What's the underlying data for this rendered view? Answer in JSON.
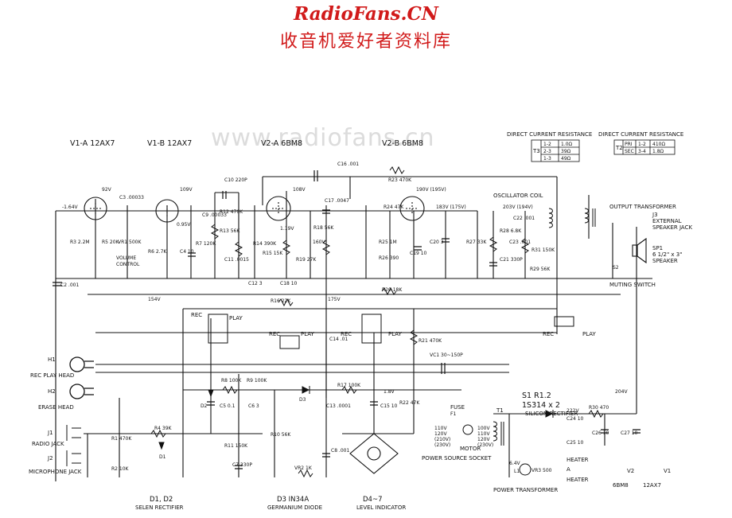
{
  "header": {
    "site": "RadioFans.CN",
    "subtitle": "收音机爱好者资料库"
  },
  "watermark": "www.radiofans.cn",
  "tubes": {
    "v1a": "V1-A 12AX7",
    "v1b": "V1-B 12AX7",
    "v2a": "V2-A 6BM8",
    "v2b": "V2-B 6BM8"
  },
  "dc_resistance_left": {
    "title": "DIRECT CURRENT RESISTANCE",
    "ref": "T3",
    "rows": [
      [
        "1-2",
        "1.0Ω"
      ],
      [
        "2-3",
        "39Ω"
      ],
      [
        "1-3",
        "49Ω"
      ]
    ]
  },
  "dc_resistance_right": {
    "title": "DIRECT CURRENT RESISTANCE",
    "ref": "T2",
    "rows": [
      [
        "PRI",
        "1-2",
        "410Ω"
      ],
      [
        "SEC",
        "3-4",
        "1.8Ω"
      ]
    ]
  },
  "components": {
    "r3": "R3 2.2M",
    "r5": "R5 20K",
    "vr1": "VR1 500K",
    "volume": "VOLUME",
    "control": "CONTROL",
    "c3": "C3 .00033",
    "c9": "C9 .00033",
    "c10": "C10 220P",
    "r12": "R12 470K",
    "r13": "R13 56K",
    "r7": "R7 120K",
    "r6": "R6 2.7K",
    "c4": "C4 10",
    "r14": "R14 390K",
    "r15": "R15 15K",
    "c11": "C11 .0015",
    "r18": "R18 56K",
    "r19": "R19 27K",
    "c16": "C16 .001",
    "c17": "C17 .0047",
    "r23": "R23 470K",
    "r24": "R24 47K",
    "r25": "R25 1M",
    "r26": "R26 390",
    "c19": "C19 10",
    "c20": "C20 3",
    "r27": "R27 33K",
    "r28": "R28 6.8K",
    "c22": "C22 .001",
    "c23": "C23 .001",
    "c21": "C21 330P",
    "r31": "R31 150K",
    "r29": "R29 56K",
    "r16": "R16 22K",
    "c12": "C12 3",
    "c18": "C18 10",
    "r20": "R20 18K",
    "c2": "C2 .001",
    "c14": "C14 .01",
    "r21": "R21 470K",
    "vc1": "VC1 30~150P",
    "r8": "R8 100K",
    "r9": "R9 100K",
    "c5": "C5 0.1",
    "c6": "C6 3",
    "r17": "R17 100K",
    "c13": "C13 .0001",
    "c15": "C15 10",
    "r22": "R22 47K",
    "r10": "R10 56K",
    "r11": "R11 150K",
    "c7": "C7 330P",
    "c8": "C8 .001",
    "vr2": "VR2 1K",
    "r1": "R1 470K",
    "r2": "R2 10K",
    "r4": "R4 39K",
    "d1": "D1",
    "d2": "D2",
    "d3": "D3",
    "r30": "R30 470",
    "c26": "C26 10",
    "c27": "C27 10",
    "c24": "C24 10",
    "c25": "C25 10",
    "vr3": "VR3 500",
    "f1": "F1",
    "l1": "L1",
    "s2": "S2"
  },
  "voltages": [
    "92V",
    "109V",
    "108V",
    "-1.64V",
    "0.95V",
    "1.19V",
    "190V (195V)",
    "183V (175V)",
    "203V (194V)",
    "154V",
    "175V",
    "160V",
    "204V",
    "222V",
    "1.8V",
    "6.4V"
  ],
  "labels": {
    "rec": "REC",
    "play": "PLAY",
    "oscillator_coil": "OSCILLATOR COIL",
    "output_transformer": "OUTPUT TRANSFORMER",
    "j3": "J3",
    "external": "EXTERNAL",
    "speaker_jack": "SPEAKER JACK",
    "sp1": "SP1",
    "sp_size": "6 1/2\" x 3\"",
    "speaker": "SPEAKER",
    "muting_switch": "MUTING SWITCH",
    "h1": "H1",
    "h2": "H2",
    "rec_play_head": "REC PLAY HEAD",
    "erase_head": "ERASE HEAD",
    "j1": "J1",
    "radio_jack": "RADIO JACK",
    "j2": "J2",
    "microphone_jack": "MICROPHONE JACK",
    "d1d2": "D1, D2",
    "selen_rectifier": "SELEN RECTIFIER",
    "d3_type": "D3 IN34A",
    "germanium_diode": "GERMANIUM DIODE",
    "d47": "D4~7",
    "level_indicator": "LEVEL INDICATOR",
    "power_source_socket": "POWER SOURCE SOCKET",
    "s1": "S1 R1.2",
    "rectifier_type": "1S314 x 2",
    "silicon_rectifier": "SILICON RECTIFIER",
    "fuse": "FUSE",
    "t1": "T1",
    "motor": "MOTOR",
    "line_voltages": [
      "110V",
      "120V",
      "(210V)",
      "(230V)"
    ],
    "tap_voltages": [
      "100V",
      "110V",
      "120V",
      "(230V)"
    ],
    "heater": "HEATER",
    "a": "A",
    "power_transformer": "POWER TRANSFORMER",
    "heater_pins": [
      "6BM8",
      "12AX7"
    ],
    "v2": "V2",
    "v1": "V1"
  }
}
